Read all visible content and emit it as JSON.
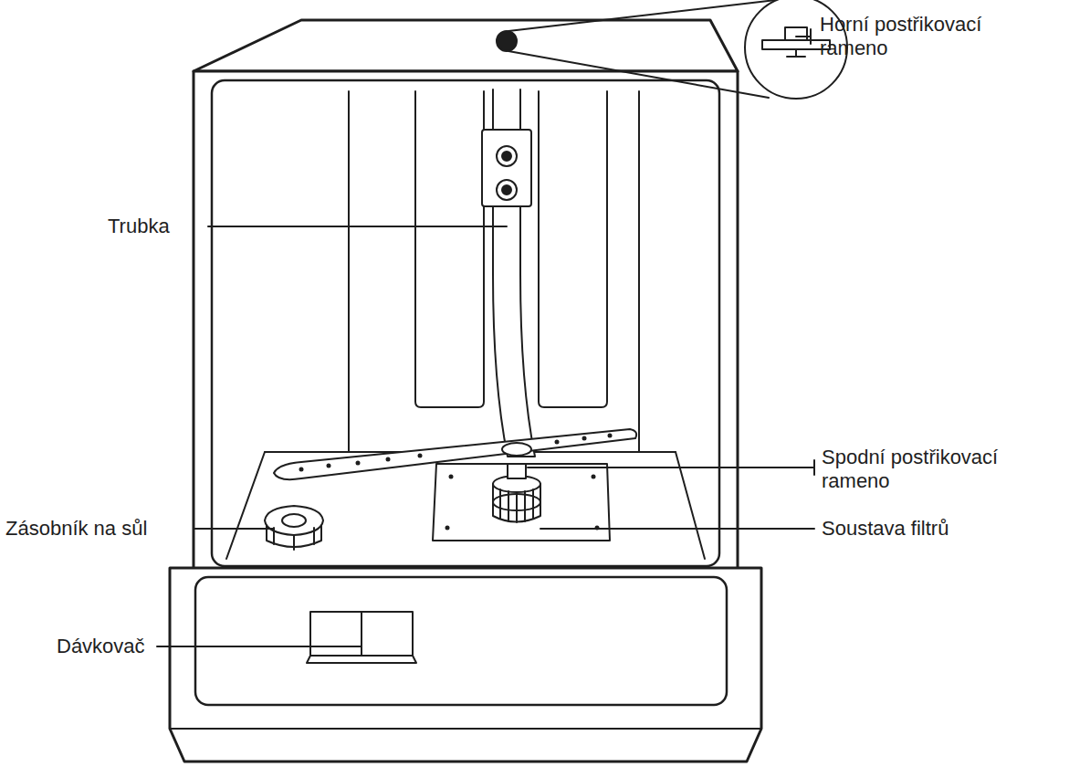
{
  "diagram": {
    "labels": [
      "Horní postřikovací rameno",
      "Trubka",
      "Spodní postřikovací rameno",
      "Zásobník na sůl",
      "Soustava filtrů",
      "Dávkovač"
    ]
  }
}
